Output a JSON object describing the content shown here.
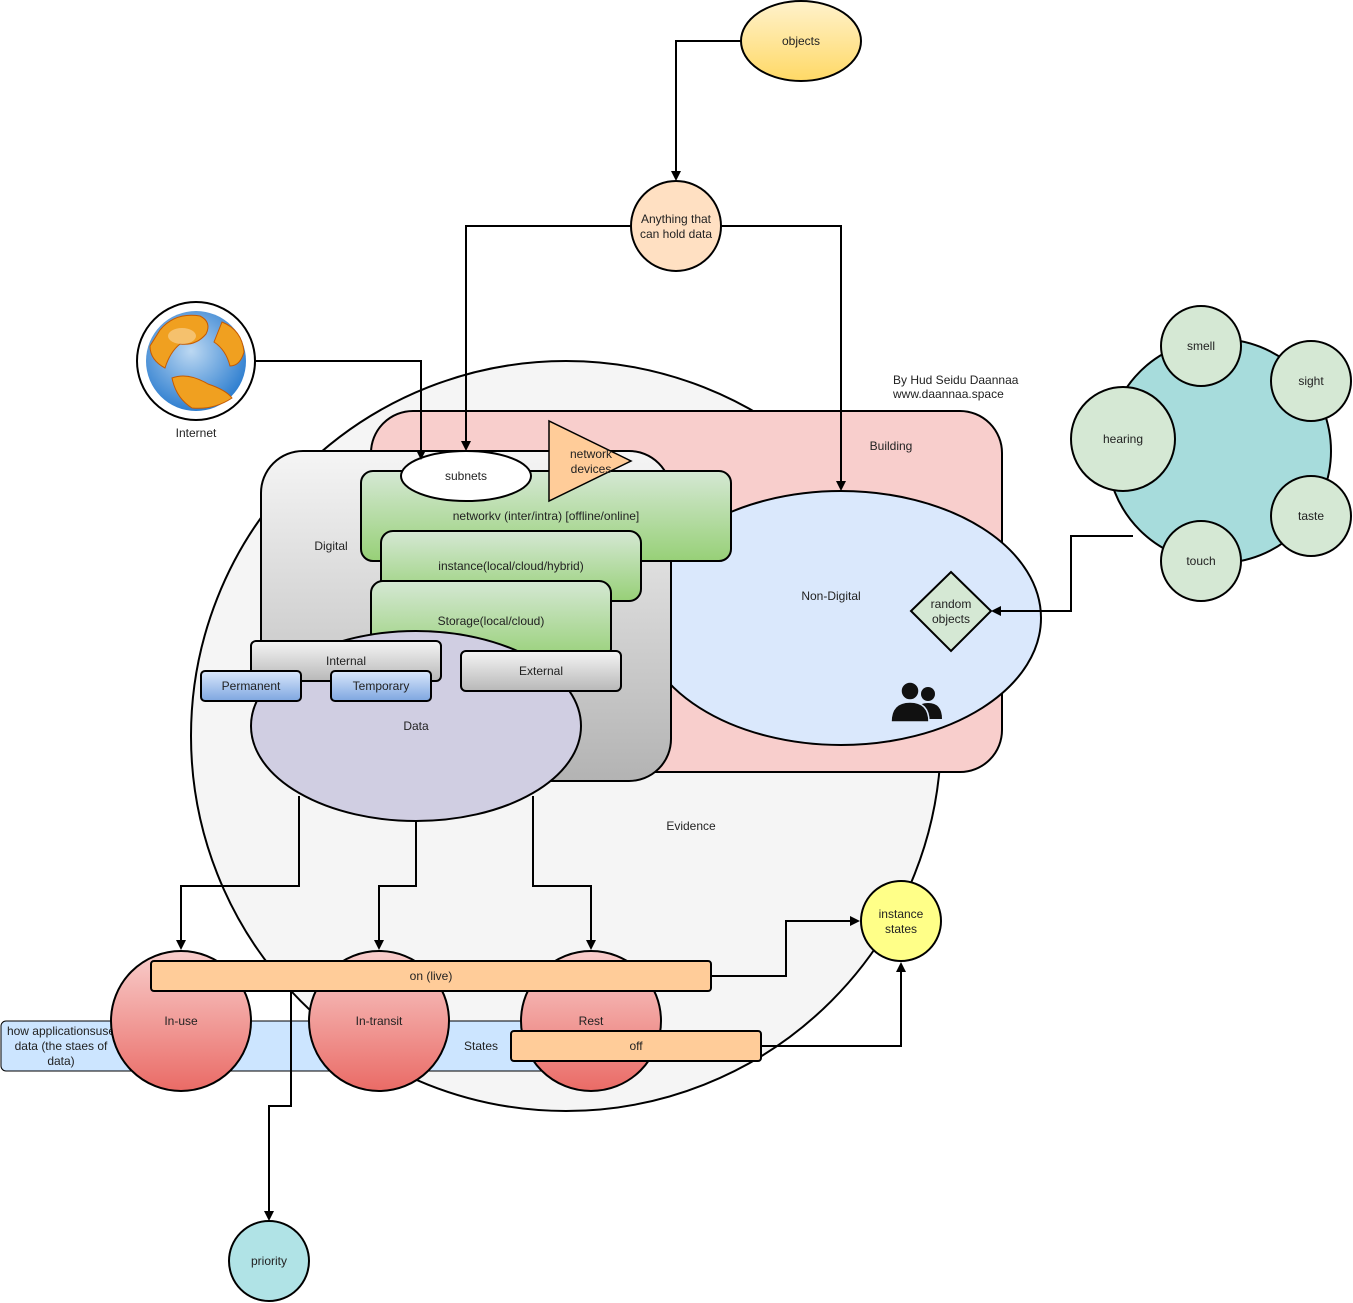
{
  "nodes": {
    "objects": "objects",
    "anything": [
      "Anything that",
      "can hold data"
    ],
    "internet": "Internet",
    "author": [
      "By Hud Seidu Daannaa",
      "www.daannaa.space"
    ],
    "building": "Building",
    "non_digital": "Non-Digital",
    "random_objects": [
      "random",
      "objects"
    ],
    "digital": "Digital",
    "subnets": "subnets",
    "network_devices": [
      "network",
      "devices"
    ],
    "network": "networkv (inter/intra) [offline/online]",
    "instance": "instance(local/cloud/hybrid)",
    "storage": "Storage(local/cloud)",
    "internal": "Internal",
    "external": "External",
    "permanent": "Permanent",
    "temporary": "Temporary",
    "data": "Data",
    "evidence": "Evidence",
    "senses": {
      "smell": "smell",
      "sight": "sight",
      "hearing": "hearing",
      "taste": "taste",
      "touch": "touch"
    },
    "instance_states": [
      "instance",
      "states"
    ],
    "in_use": "In-use",
    "in_transit": "In-transit",
    "rest": "Rest",
    "on_live": "on (live)",
    "off": "off",
    "states": "States",
    "how_apps": [
      "how applicationsuse",
      "data (the staes of",
      "data)"
    ],
    "priority": "priority"
  },
  "colors": {
    "objects_fill": "#ffd966",
    "anything_fill": "#ffe0c2",
    "building_fill": "#f8cecc",
    "non_digital_fill": "#dae8fc",
    "random_objects_fill": "#d5e8d4",
    "senses_hub_fill": "#a7dcdc",
    "sense_fill": "#d5e8d4",
    "green_box_top": "#d5e8d4",
    "green_box_bottom": "#97d077",
    "grey_box": "#e6e6e6",
    "blue_box": "#7ea6e0",
    "data_fill": "#d0cee2",
    "evidence_fill": "#f5f5f5",
    "state_circle_top": "#f8cecc",
    "state_circle_bottom": "#ea6b66",
    "state_bar_fill": "#ffcc99",
    "states_band_fill": "#cce5ff",
    "instance_states_fill": "#ffff88",
    "priority_fill": "#b0e3e6",
    "network_devices_fill": "#ffcc99"
  },
  "icons": [
    "globe-icon",
    "users-icon",
    "arrow-icon"
  ]
}
